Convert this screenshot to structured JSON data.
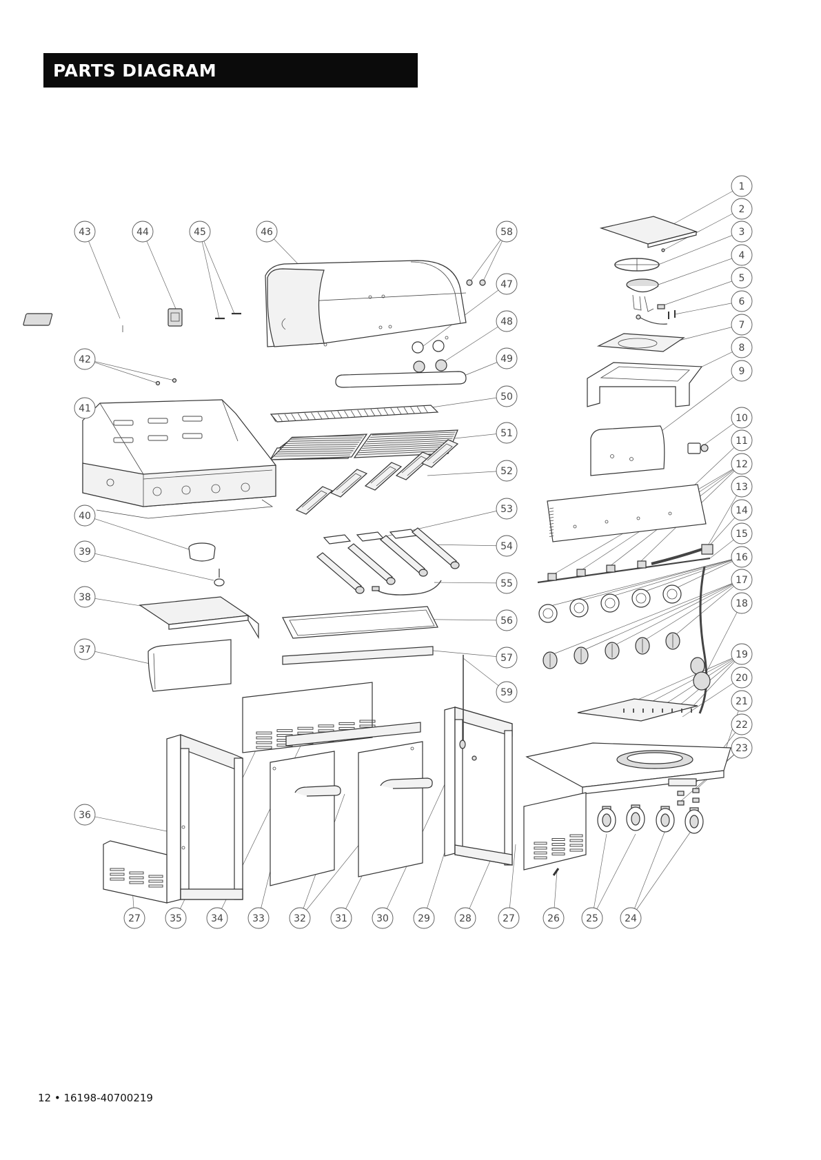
{
  "header": {
    "title": "PARTS DIAGRAM"
  },
  "footer": {
    "page_ref": "12 • 16198-40700219"
  },
  "callouts": [
    "1",
    "2",
    "3",
    "4",
    "5",
    "6",
    "7",
    "8",
    "9",
    "10",
    "11",
    "12",
    "13",
    "14",
    "15",
    "16",
    "17",
    "18",
    "19",
    "20",
    "21",
    "22",
    "23",
    "24",
    "25",
    "26",
    "27",
    "28",
    "29",
    "30",
    "31",
    "32",
    "33",
    "34",
    "35",
    "36",
    "37",
    "38",
    "39",
    "40",
    "41",
    "42",
    "43",
    "44",
    "45",
    "46",
    "47",
    "48",
    "49",
    "50",
    "51",
    "52",
    "53",
    "54",
    "55",
    "56",
    "57",
    "58",
    "59",
    "27"
  ],
  "colors": {
    "title_bg": "#0b0b0b",
    "title_fg": "#ffffff",
    "line": "#333333"
  }
}
